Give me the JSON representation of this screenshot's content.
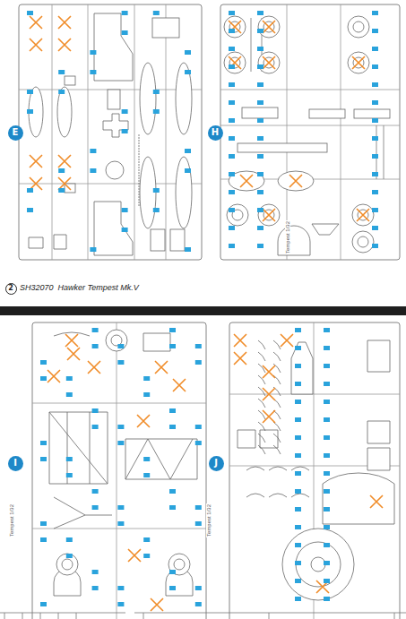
{
  "diagram": {
    "caption": "SH32070  Hawker Tempest Mk.V",
    "nodes": [
      {
        "text": [
          "E"
        ]
      },
      {
        "text": [
          "H"
        ]
      },
      {
        "text": [
          "2"
        ]
      },
      {
        "text": [
          "I"
        ]
      },
      {
        "text": [
          "J"
        ]
      }
    ],
    "labels": [
      "Tempest 1/32",
      "Tempest 1/32",
      "Tempest 1/32"
    ]
  }
}
